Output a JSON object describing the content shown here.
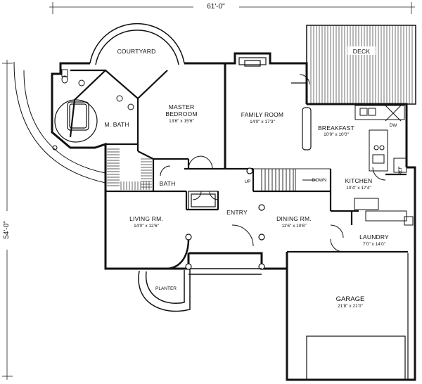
{
  "dimensions": {
    "overall_width": "61'-0\"",
    "overall_depth": "54'-0\""
  },
  "rooms": {
    "courtyard": {
      "name": "COURTYARD"
    },
    "deck": {
      "name": "DECK"
    },
    "master_bedroom": {
      "line1": "MASTER",
      "line2": "BEDROOM",
      "size": "13'6\" x 15'6\""
    },
    "master_bath": {
      "name": "M. BATH"
    },
    "family_room": {
      "name": "FAMILY ROOM",
      "size": "14'0\" x 17'3\""
    },
    "breakfast": {
      "name": "BREAKFAST",
      "size": "10'0\" x 10'0\""
    },
    "kitchen": {
      "name": "KITCHEN",
      "size": "10'4\" x 17'4\""
    },
    "bath": {
      "name": "BATH"
    },
    "living_room": {
      "name": "LIVING RM.",
      "size": "14'0\" x 12'6\""
    },
    "entry": {
      "name": "ENTRY"
    },
    "dining_room": {
      "name": "DINING RM.",
      "size": "11'6\" x 10'6\""
    },
    "laundry": {
      "name": "LAUNDRY",
      "size": "7'0\" x 14'0\""
    },
    "planter": {
      "name": "PLANTER"
    },
    "garage": {
      "name": "GARAGE",
      "size": "21'8\" x 21'0\""
    }
  },
  "stair_labels": {
    "up": "UP",
    "down": "DOWN"
  },
  "fixture_labels": {
    "dw": "DW",
    "ref": "REF"
  }
}
